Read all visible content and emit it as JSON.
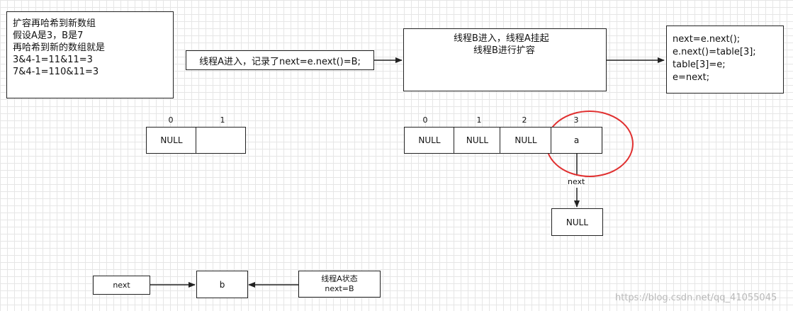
{
  "notes": {
    "rehash": {
      "lines": [
        "扩容再哈希到新数组",
        "假设A是3，B是7",
        "再哈希到新的数组就是",
        "3&4-1=11&11=3",
        "7&4-1=110&11=3"
      ]
    },
    "thread_a": "线程A进入，记录了next=e.next()=B;",
    "thread_b": {
      "line1": "线程B进入，线程A挂起",
      "line2": "线程B进行扩容"
    },
    "code": {
      "lines": [
        "next=e.next();",
        "e.next()=table[3];",
        "table[3]=e;",
        "e=next;"
      ]
    }
  },
  "old_table": {
    "indices": [
      "0",
      "1"
    ],
    "cells": [
      "NULL",
      ""
    ]
  },
  "new_table": {
    "indices": [
      "0",
      "1",
      "2",
      "3"
    ],
    "cells": [
      "NULL",
      "NULL",
      "NULL",
      "a"
    ]
  },
  "chain": {
    "edge_label": "next",
    "next_node": "NULL"
  },
  "bottom": {
    "next_label": "next",
    "node_b": "b",
    "state_line1": "线程A状态",
    "state_line2": "next=B"
  },
  "watermark": "https://blog.csdn.net/qq_41055045",
  "colors": {
    "highlight": "#e03030",
    "line": "#222222"
  }
}
